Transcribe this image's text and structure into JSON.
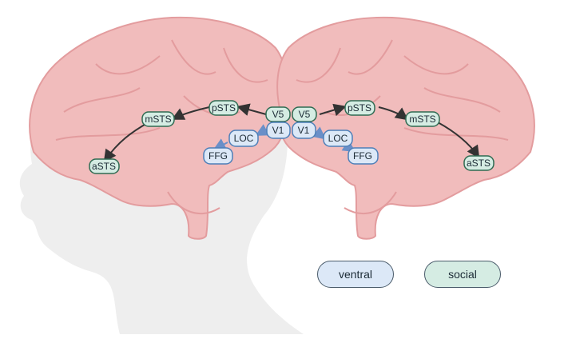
{
  "colors": {
    "ventral_fill": "#dce8f7",
    "ventral_stroke": "#4d7fb8",
    "social_fill": "#d5ece3",
    "social_stroke": "#2f6b52",
    "brain": "#f1bcbc",
    "brain_line": "#e39c9e",
    "infant": "#eeeeee"
  },
  "left_hemisphere": {
    "social_nodes": {
      "v5": "V5",
      "psts": "pSTS",
      "msts": "mSTS",
      "asts": "aSTS"
    },
    "ventral_nodes": {
      "v1": "V1",
      "loc": "LOC",
      "ffg": "FFG"
    }
  },
  "right_hemisphere": {
    "social_nodes": {
      "v5": "V5",
      "psts": "pSTS",
      "msts": "mSTS",
      "asts": "aSTS"
    },
    "ventral_nodes": {
      "v1": "V1",
      "loc": "LOC",
      "ffg": "FFG"
    }
  },
  "legend": {
    "ventral": "ventral",
    "social": "social"
  }
}
